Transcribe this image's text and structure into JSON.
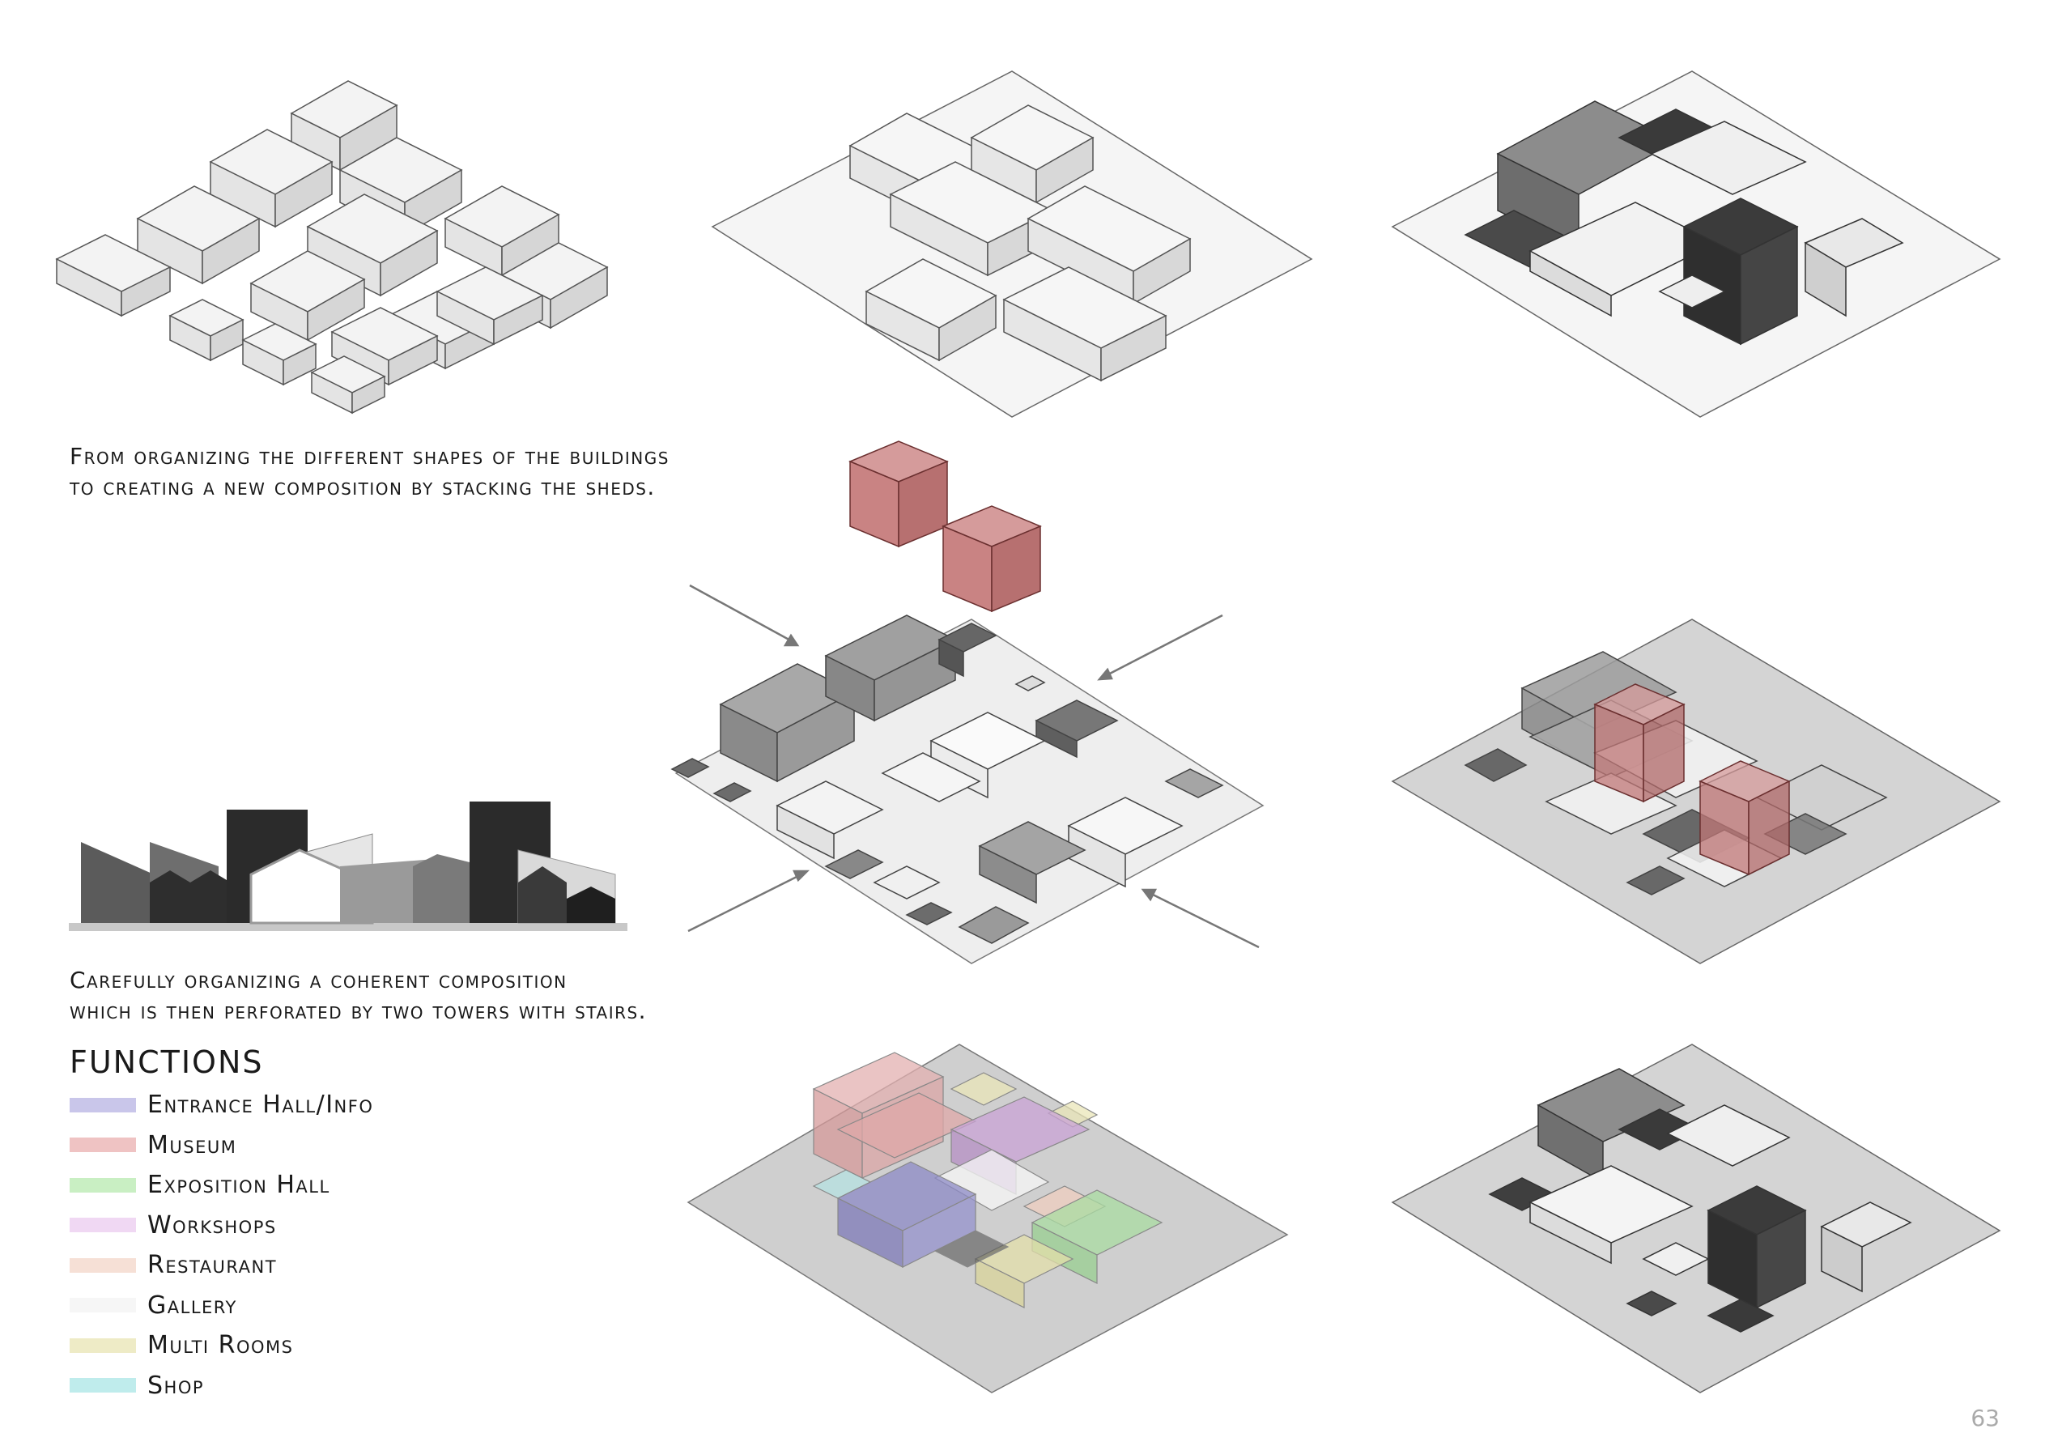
{
  "captions": {
    "one_line1": "From organizing the different shapes of the buildings",
    "one_line2": "to creating a new composition by stacking the sheds.",
    "two_line1": "Carefully organizing a coherent composition",
    "two_line2": "which is then perforated by two towers with stairs."
  },
  "legend": {
    "title": "FUNCTIONS",
    "items": [
      {
        "label": "Entrance Hall/Info",
        "color": "#c9c6ea"
      },
      {
        "label": "Museum",
        "color": "#efc3c3"
      },
      {
        "label": "Exposition Hall",
        "color": "#c9efc3"
      },
      {
        "label": "Workshops",
        "color": "#f0d8f3"
      },
      {
        "label": "Restaurant",
        "color": "#f6e0d6"
      },
      {
        "label": "Gallery",
        "color": "#f6f6f6"
      },
      {
        "label": "Multi Rooms",
        "color": "#eeebc6"
      },
      {
        "label": "Shop",
        "color": "#bfecec"
      }
    ]
  },
  "page_number": "63",
  "colors": {
    "mass_light": "#f2f2f2",
    "mass_mid": "#9a9a9a",
    "mass_dark": "#4a4a4a",
    "tower_red": "#c98383",
    "ground_light": "#f5f5f5",
    "ground_dark": "#d4d4d4"
  }
}
